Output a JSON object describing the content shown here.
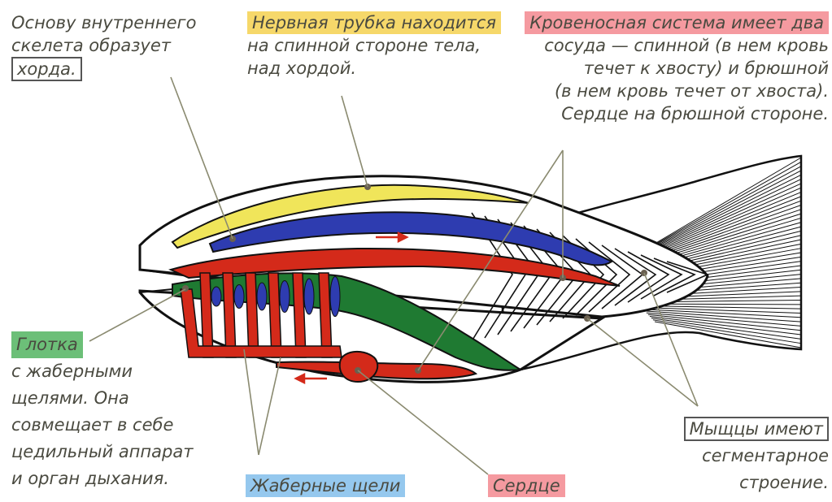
{
  "labels": {
    "chord": [
      "Основу внутреннего",
      "скелета образует",
      "хорда."
    ],
    "nerve_tube": [
      "Нервная трубка находится",
      "на спинной стороне тела,",
      "над хордой."
    ],
    "blood": [
      "Кровеносная система имеет два",
      "сосуда — спинной (в нем кровь",
      "течет к хвосту) и брюшной",
      "(в нем кровь течет от хвоста).",
      "Сердце на брюшной стороне."
    ],
    "pharynx": [
      "Глотка",
      "с жаберными",
      "щелями. Она",
      "совмещает в себе",
      "цедильный аппарат",
      "и орган дыхания."
    ],
    "gill_slits": "Жаберные щели",
    "heart": "Сердце",
    "muscles": [
      "Мыщцы имеют",
      "сегментарное",
      "строение."
    ]
  },
  "colors": {
    "nerve_tube": "#f0e55a",
    "chord": "#2e3cb0",
    "blood": "#d42a1a",
    "pharynx": "#1f7a32",
    "outline": "#111111",
    "leader": "#8a8a70",
    "highlight_yellow": "#f6d86a",
    "highlight_pink": "#f59aa0",
    "highlight_green": "#6cbf78",
    "highlight_blue": "#95c8ee"
  }
}
